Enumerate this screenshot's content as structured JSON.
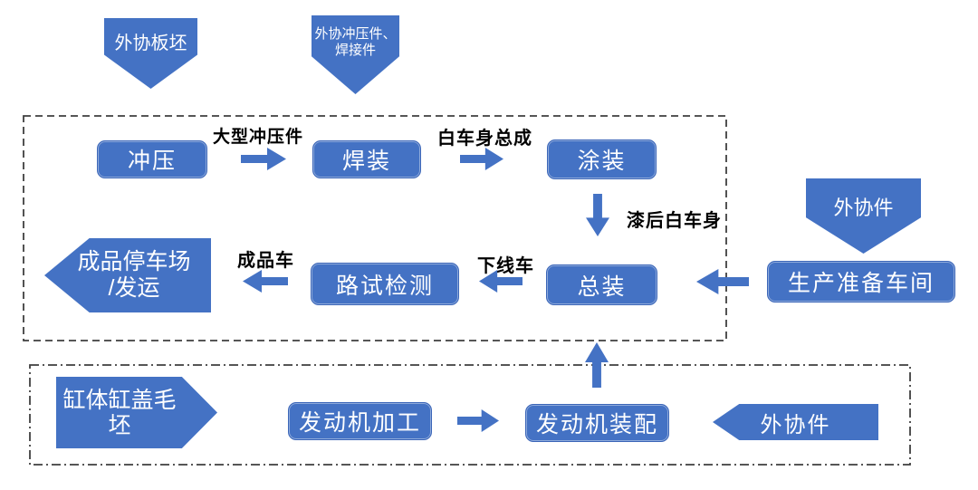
{
  "colors": {
    "shape_fill": "#4472C4",
    "shape_border": "#3a65b8",
    "shape_text": "#ffffff",
    "label_text": "#000000",
    "region_border": "#3f3f3f"
  },
  "external_inputs": {
    "slab": "外协板坯",
    "stampings_line1": "外协冲压件、",
    "stampings_line2": "焊接件",
    "parts_right": "外协件",
    "parts_engine": "外协件",
    "cylinder_blank_line1": "缸体缸盖毛",
    "cylinder_blank_line2": "坯"
  },
  "vehicle_region": {
    "stamping": "冲压",
    "welding": "焊装",
    "painting": "涂装",
    "final_assembly": "总装",
    "road_test": "路试检测",
    "parking_line1": "成品停车场",
    "parking_line2": "/发运",
    "production_prep": "生产准备车间"
  },
  "flow_labels": {
    "large_stampings": "大型冲压件",
    "body_in_white": "白车身总成",
    "painted_body": "漆后白车身",
    "offline_vehicle": "下线车",
    "finished_vehicle": "成品车"
  }
}
